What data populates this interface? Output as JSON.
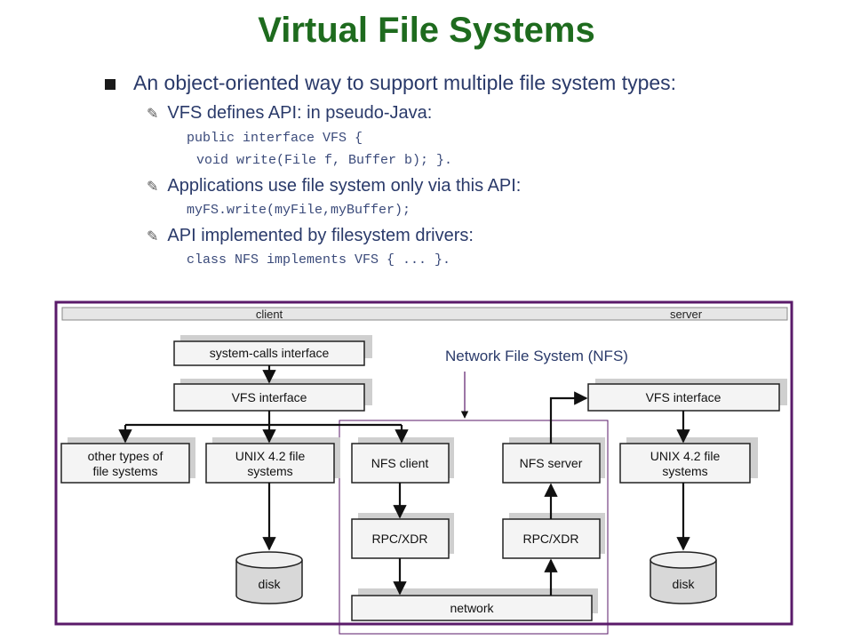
{
  "title": "Virtual File Systems",
  "bullet": "An object-oriented way to support multiple file system types:",
  "sub_points": [
    {
      "text": "VFS defines API: in pseudo-Java:",
      "code": [
        "public interface VFS {",
        " void write(File f, Buffer b); }."
      ]
    },
    {
      "text": "Applications use file system only via this API:",
      "code": [
        "myFS.write(myFile,myBuffer);"
      ]
    },
    {
      "text": "API implemented by filesystem drivers:",
      "code": [
        "class NFS implements VFS { ... }."
      ]
    }
  ],
  "diagram": {
    "client_label": "client",
    "server_label": "server",
    "nfs_label": "Network File System (NFS)",
    "boxes": {
      "syscall": "system-calls interface",
      "vfs_client": "VFS interface",
      "other_fs": [
        "other types of",
        "file systems"
      ],
      "unix_client": [
        "UNIX 4.2 file",
        "systems"
      ],
      "nfs_client": "NFS client",
      "nfs_server": "NFS server",
      "rpc_client": "RPC/XDR",
      "rpc_server": "RPC/XDR",
      "network": "network",
      "vfs_server": "VFS interface",
      "unix_server": [
        "UNIX 4.2 file",
        "systems"
      ]
    },
    "disk_label": "disk",
    "colors": {
      "title": "#1e6b1e",
      "frame": "#5a1a6a",
      "text": "#2a3a6a"
    }
  }
}
